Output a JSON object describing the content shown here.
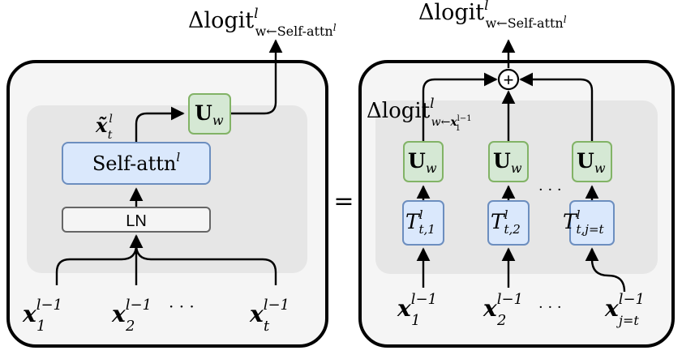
{
  "left_panel": {
    "output": {
      "base": "Δlogit",
      "sup": "l",
      "sub": "w←Self-attn",
      "sub_sup": "l"
    },
    "u_block": {
      "base": "U",
      "sub": "w"
    },
    "residual_label": {
      "base": "x̃",
      "sub": "t",
      "sup": "l"
    },
    "self_attn": {
      "base": "Self-attn",
      "sup": "l"
    },
    "ln": "LN",
    "inputs": [
      {
        "base": "x",
        "sub": "1",
        "sup": "l−1"
      },
      {
        "base": "x",
        "sub": "2",
        "sup": "l−1"
      },
      {
        "base": "x",
        "sub": "t",
        "sup": "l−1"
      }
    ],
    "ellipsis": "· · ·"
  },
  "equals": "=",
  "right_panel": {
    "output": {
      "base": "Δlogit",
      "sup": "l",
      "sub": "w←Self-attn",
      "sub_sup": "l"
    },
    "sum_symbol": "+",
    "inner_label": {
      "base": "Δlogit",
      "sup": "l",
      "sub_pre": "w←",
      "sub_x": "x",
      "sub_x_sub": "1",
      "sub_x_sup": "l−1"
    },
    "columns": [
      {
        "u": {
          "base": "U",
          "sub": "w"
        },
        "t": {
          "base": "T",
          "sup": "l",
          "sub": "t,1"
        },
        "input": {
          "base": "x",
          "sub": "1",
          "sup": "l−1"
        }
      },
      {
        "u": {
          "base": "U",
          "sub": "w"
        },
        "t": {
          "base": "T",
          "sup": "l",
          "sub": "t,2"
        },
        "input": {
          "base": "x",
          "sub": "2",
          "sup": "l−1"
        }
      },
      {
        "u": {
          "base": "U",
          "sub": "w"
        },
        "t": {
          "base": "T",
          "sup": "l",
          "sub": "t,j=t"
        },
        "input": {
          "base": "x",
          "sub": "j=t",
          "sup": "l−1"
        }
      }
    ],
    "ellipsis_mid": "· · ·",
    "ellipsis_bottom": "· · ·"
  }
}
